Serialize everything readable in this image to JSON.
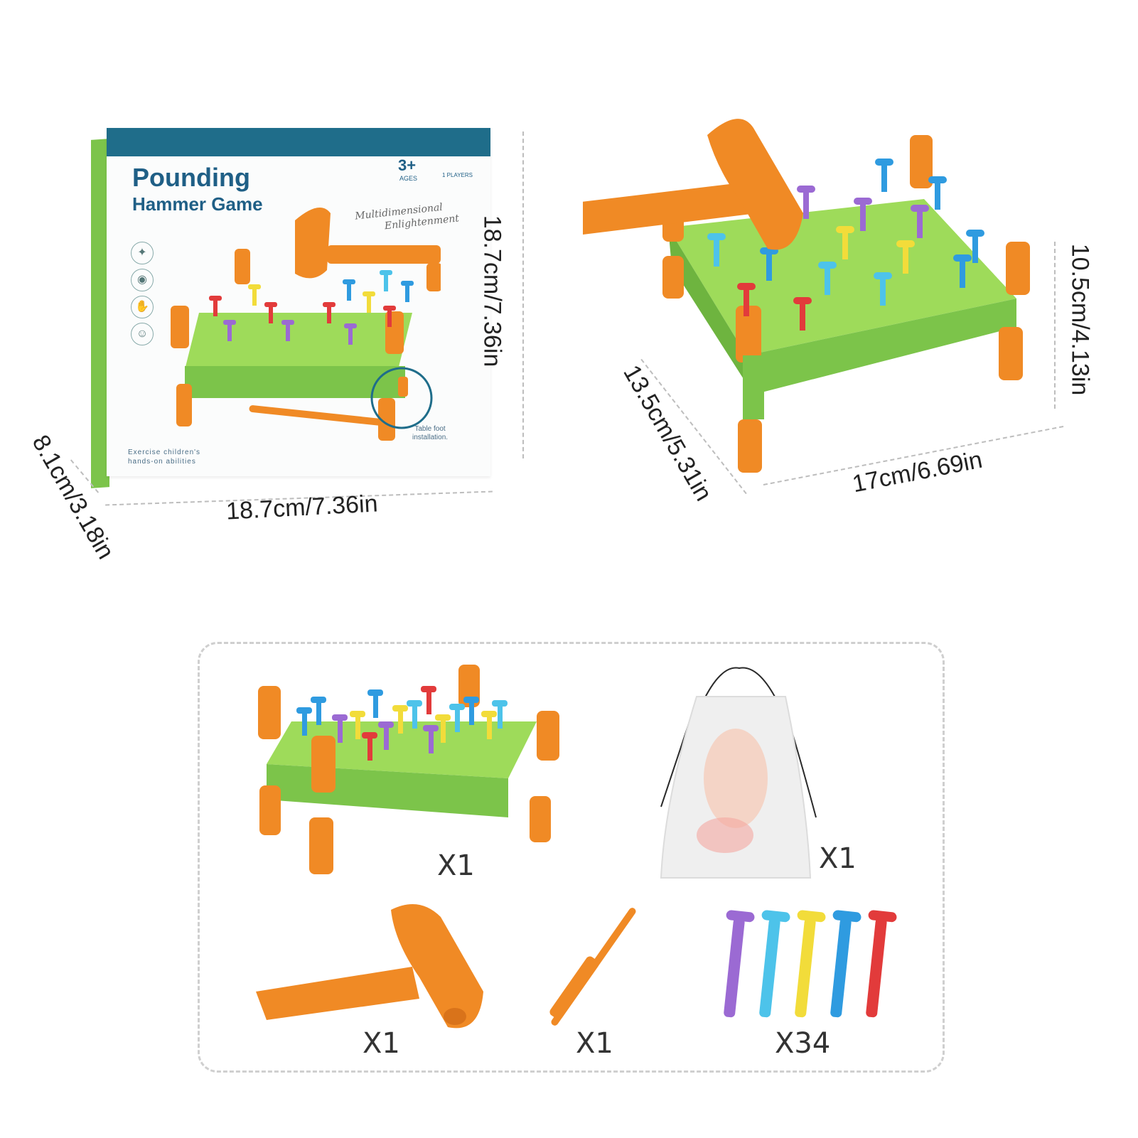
{
  "box": {
    "title_line1": "Pounding",
    "title_line2": "Hammer Game",
    "age": "3+",
    "age_sub": "AGES",
    "players": "1 PLAYERS",
    "tagline1": "Multidimensional",
    "tagline2": "Enlightenment",
    "footer1": "Exercise children's",
    "footer2": "hands-on abilities",
    "install1": "Table foot",
    "install2": "installation."
  },
  "dimensions": {
    "box_width": "18.7cm/7.36in",
    "box_height": "18.7cm/7.36in",
    "box_depth": "8.1cm/3.18in",
    "toy_depth": "13.5cm/5.31in",
    "toy_width": "17cm/6.69in",
    "toy_height": "10.5cm/4.13in"
  },
  "contents": {
    "bench_qty": "X1",
    "bag_qty": "X1",
    "hammer_qty": "X1",
    "stick_qty": "X1",
    "pegs_qty": "X34"
  },
  "colors": {
    "green": "#82c94c",
    "orange": "#f08a25",
    "purple": "#9b6ad3",
    "blue": "#2f9be0",
    "yellow": "#f2dc3a",
    "red": "#e23b3b",
    "cyan": "#4dc3ea"
  }
}
